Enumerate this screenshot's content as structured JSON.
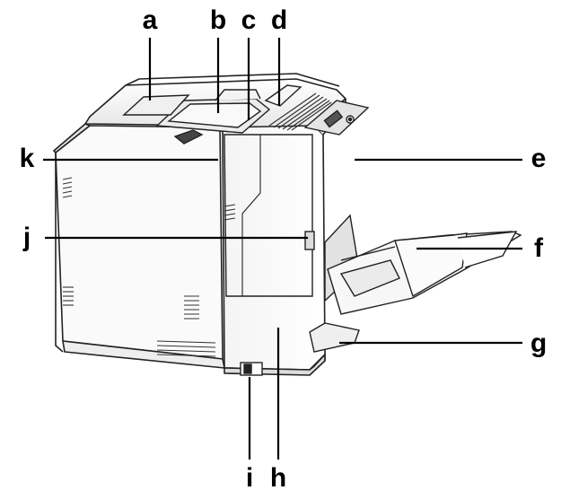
{
  "callouts": [
    {
      "id": "a",
      "label": "a"
    },
    {
      "id": "b",
      "label": "b"
    },
    {
      "id": "c",
      "label": "c"
    },
    {
      "id": "d",
      "label": "d"
    },
    {
      "id": "e",
      "label": "e"
    },
    {
      "id": "f",
      "label": "f"
    },
    {
      "id": "g",
      "label": "g"
    },
    {
      "id": "h",
      "label": "h"
    },
    {
      "id": "i",
      "label": "i"
    },
    {
      "id": "j",
      "label": "j"
    },
    {
      "id": "k",
      "label": "k"
    }
  ],
  "colors": {
    "ink": "#000000",
    "printer_light": "#f2f2f2",
    "printer_mid": "#d9d9d9",
    "printer_dark": "#3a3a3a"
  }
}
